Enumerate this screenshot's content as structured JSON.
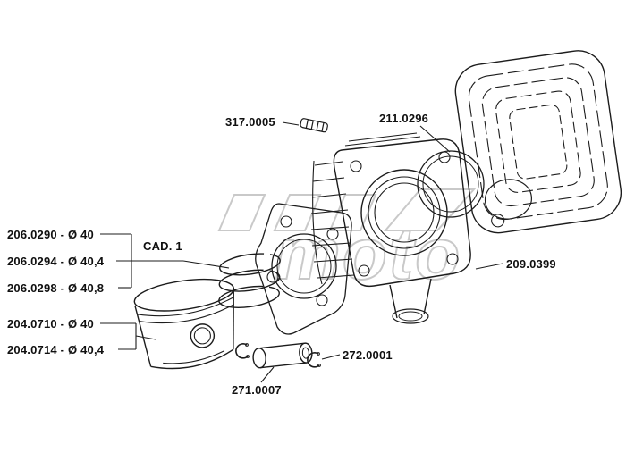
{
  "watermark": {
    "text": "moto"
  },
  "parts": {
    "stud_label": "317.0005",
    "head_label": "211.0296",
    "gasket_label": "209.0399",
    "circlip_label": "272.0001",
    "pin_label": "271.0007",
    "cad_label": "CAD. 1",
    "ring_labels": [
      "206.0290 - Ø 40",
      "206.0294 - Ø 40,4",
      "206.0298 - Ø 40,8"
    ],
    "piston_labels": [
      "204.0710 - Ø 40",
      "204.0714 - Ø 40,4"
    ]
  },
  "colors": {
    "line": "#1c1c1c",
    "watermark": "#c9c9c9",
    "background": "#ffffff"
  }
}
